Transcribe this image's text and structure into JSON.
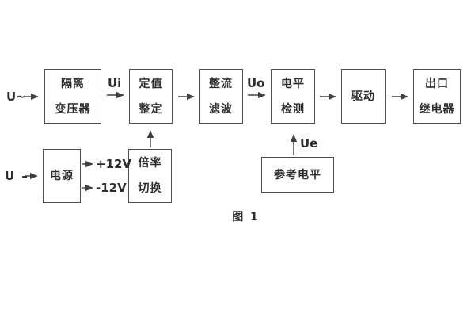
{
  "figure": {
    "caption": "图 1",
    "inputs": {
      "ac": "U~",
      "dc": "U –"
    },
    "signals": {
      "ui": "Ui",
      "uo": "Uo",
      "ue": "Ue",
      "plus12v": "+12V",
      "minus12v": "-12V"
    },
    "blocks": {
      "isolation_transformer": {
        "lines": [
          "隔离",
          "变压器"
        ]
      },
      "value_setting": {
        "lines": [
          "定值",
          "整定"
        ]
      },
      "rectifier_filter": {
        "lines": [
          "整流",
          "滤波"
        ]
      },
      "level_detector": {
        "lines": [
          "电平",
          "检测"
        ]
      },
      "driver": {
        "lines": [
          "驱动"
        ]
      },
      "output_relay": {
        "lines": [
          "出口",
          "继电器"
        ]
      },
      "power_supply": {
        "lines": [
          "电源"
        ]
      },
      "ratio_switch": {
        "lines": [
          "倍率",
          "切换"
        ]
      },
      "reference_level": {
        "lines": [
          "参考电平"
        ]
      }
    },
    "colors": {
      "line": "#3f3f3f",
      "text": "#2d2d2d",
      "background": "#ffffff"
    }
  }
}
